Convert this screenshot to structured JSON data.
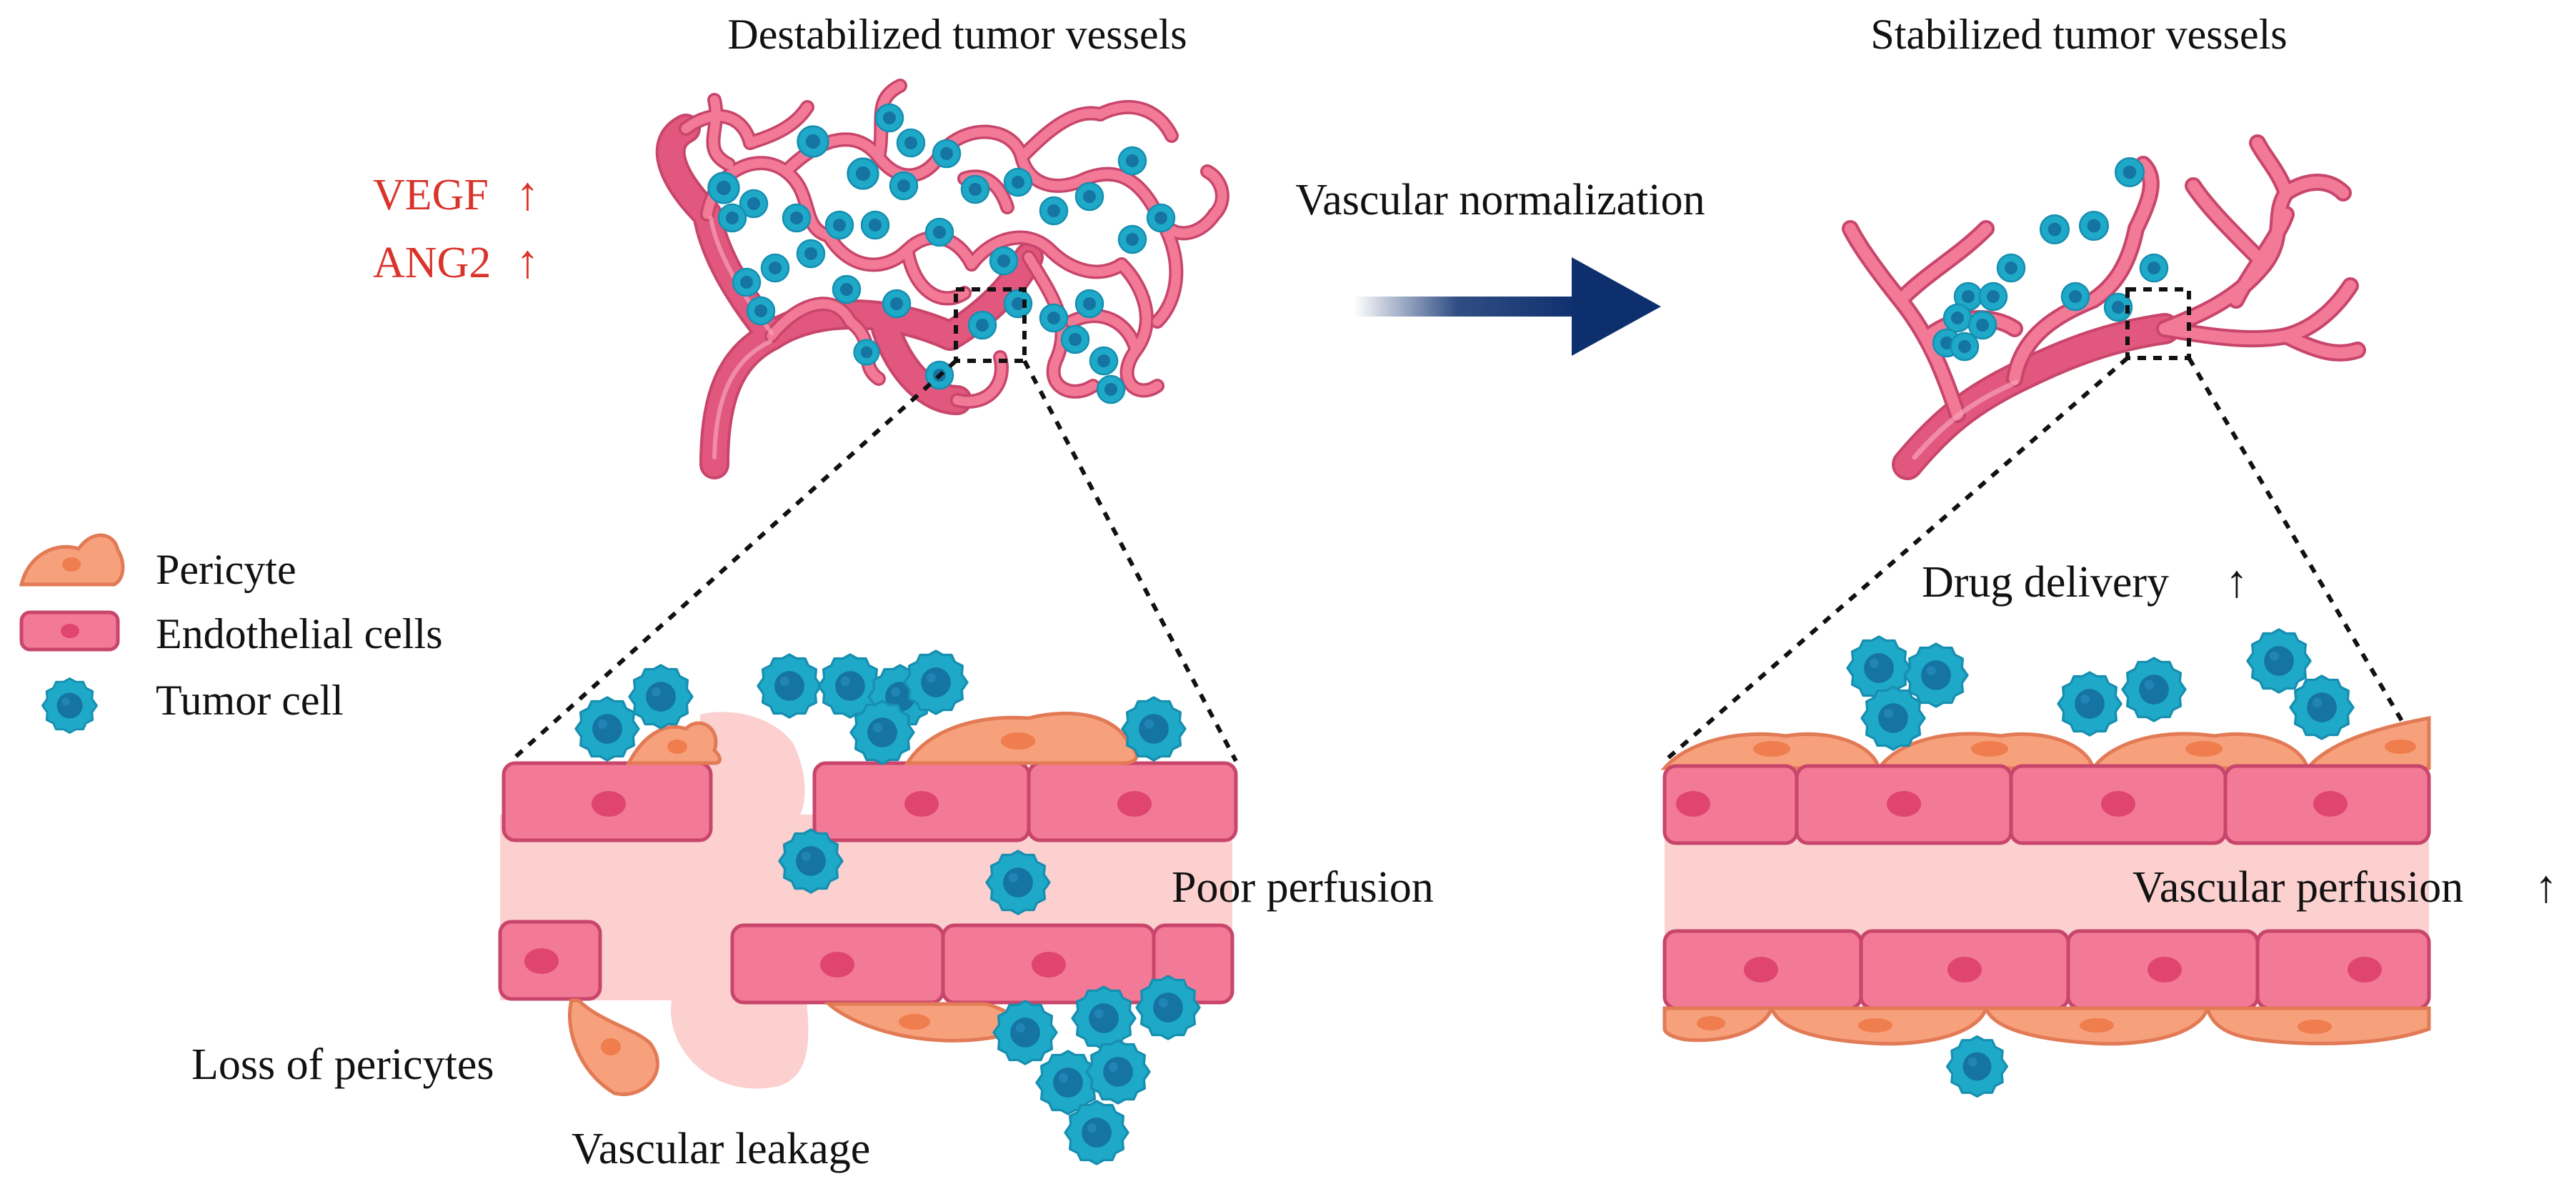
{
  "titles": {
    "left": "Destabilized tumor vessels",
    "right": "Stabilized tumor vessels"
  },
  "factors": [
    {
      "label": "VEGF",
      "arrow": "↑"
    },
    {
      "label": "ANG2",
      "arrow": "↑"
    }
  ],
  "transition": {
    "label": "Vascular normalization"
  },
  "legend": [
    {
      "label": "Pericyte",
      "icon": "pericyte-icon"
    },
    {
      "label": "Endothelial cells",
      "icon": "endothelial-cell-icon"
    },
    {
      "label": "Tumor cell",
      "icon": "tumor-cell-icon"
    }
  ],
  "left_annotations": {
    "poor_perfusion": "Poor perfusion",
    "loss_of_pericytes": "Loss of pericytes",
    "vascular_leakage": "Vascular leakage"
  },
  "right_annotations": {
    "drug_delivery": "Drug delivery",
    "drug_delivery_arrow": "↑",
    "vascular_perfusion": "Vascular perfusion",
    "vascular_perfusion_arrow": "↑"
  },
  "colors": {
    "vessel": "#e2577e",
    "vessel_light": "#f48aa6",
    "endothelial_fill": "#f27a96",
    "endothelial_stroke": "#c8456b",
    "endothelial_nucleus": "#e0456f",
    "lumen": "#fbd0cf",
    "pericyte_fill": "#f6a07c",
    "pericyte_stroke": "#e27a55",
    "pericyte_nucleus": "#ef7d4d",
    "tumor_fill": "#1fa9c9",
    "tumor_core": "#1574a2",
    "arrow": "#0d2f6e",
    "factor_text": "#d9342b",
    "text": "#111111"
  }
}
